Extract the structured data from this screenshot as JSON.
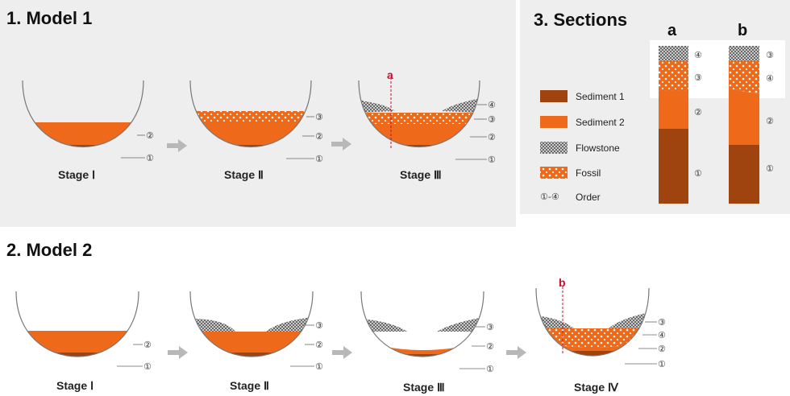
{
  "model1": {
    "title": "1. Model 1",
    "stages": [
      {
        "label": "Stage Ⅰ",
        "orders": [
          "②",
          "①"
        ]
      },
      {
        "label": "Stage Ⅱ",
        "orders": [
          "③",
          "②",
          "①"
        ]
      },
      {
        "label": "Stage Ⅲ",
        "orders": [
          "④",
          "③",
          "②",
          "①"
        ],
        "marker": "a"
      }
    ]
  },
  "sections": {
    "title": "3. Sections",
    "legend": [
      {
        "label": "Sediment 1",
        "key": "sediment1"
      },
      {
        "label": "Sediment 2",
        "key": "sediment2"
      },
      {
        "label": "Flowstone",
        "key": "flowstone"
      },
      {
        "label": "Fossil",
        "key": "fossil"
      },
      {
        "label": "Order",
        "key": "order",
        "symbol": "①-④"
      }
    ],
    "columns": [
      {
        "name": "a",
        "orders": [
          "④",
          "③",
          "②",
          "①"
        ]
      },
      {
        "name": "b",
        "orders": [
          "③",
          "④",
          "②",
          "①"
        ]
      }
    ]
  },
  "model2": {
    "title": "2. Model 2",
    "stages": [
      {
        "label": "Stage Ⅰ",
        "orders": [
          "②",
          "①"
        ]
      },
      {
        "label": "Stage Ⅱ",
        "orders": [
          "③",
          "②",
          "①"
        ]
      },
      {
        "label": "Stage Ⅲ",
        "orders": [
          "③",
          "②",
          "①"
        ]
      },
      {
        "label": "Stage Ⅳ",
        "orders": [
          "③",
          "④",
          "②",
          "①"
        ],
        "marker": "b"
      }
    ]
  },
  "colors": {
    "sediment1": "#a0440f",
    "sediment2": "#ee6a1a",
    "fossil_dot": "#ffffff",
    "arrow": "#b8b8b8",
    "outline": "#777777",
    "marker": "#c8102e"
  }
}
